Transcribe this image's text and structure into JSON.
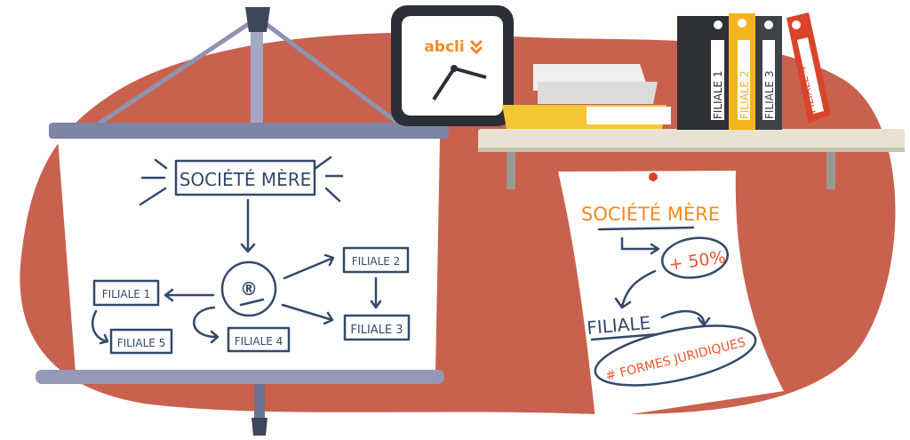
{
  "colors": {
    "background_blob": "#c9614f",
    "ink": "#34496a",
    "accent_orange": "#f08a24",
    "accent_red": "#e8572e",
    "binder_yellow": "#f2b51b",
    "binder_red": "#d9442b"
  },
  "clock": {
    "brand": "abcli"
  },
  "binders": [
    "FILIALE 1",
    "FILIALE 2",
    "FILIALE 3",
    "FILIALE 4"
  ],
  "screen": {
    "parent": "SOCIÉTÉ MÈRE",
    "hub_symbol": "®",
    "subsidiaries": [
      "FILIALE 1",
      "FILIALE 2",
      "FILIALE 3",
      "FILIALE 4",
      "FILIALE 5"
    ]
  },
  "note": {
    "title": "SOCIÉTÉ MÈRE",
    "percent": "+ 50%",
    "subsidiary": "FILIALE",
    "tag": "# FORMES JURIDIQUES"
  }
}
